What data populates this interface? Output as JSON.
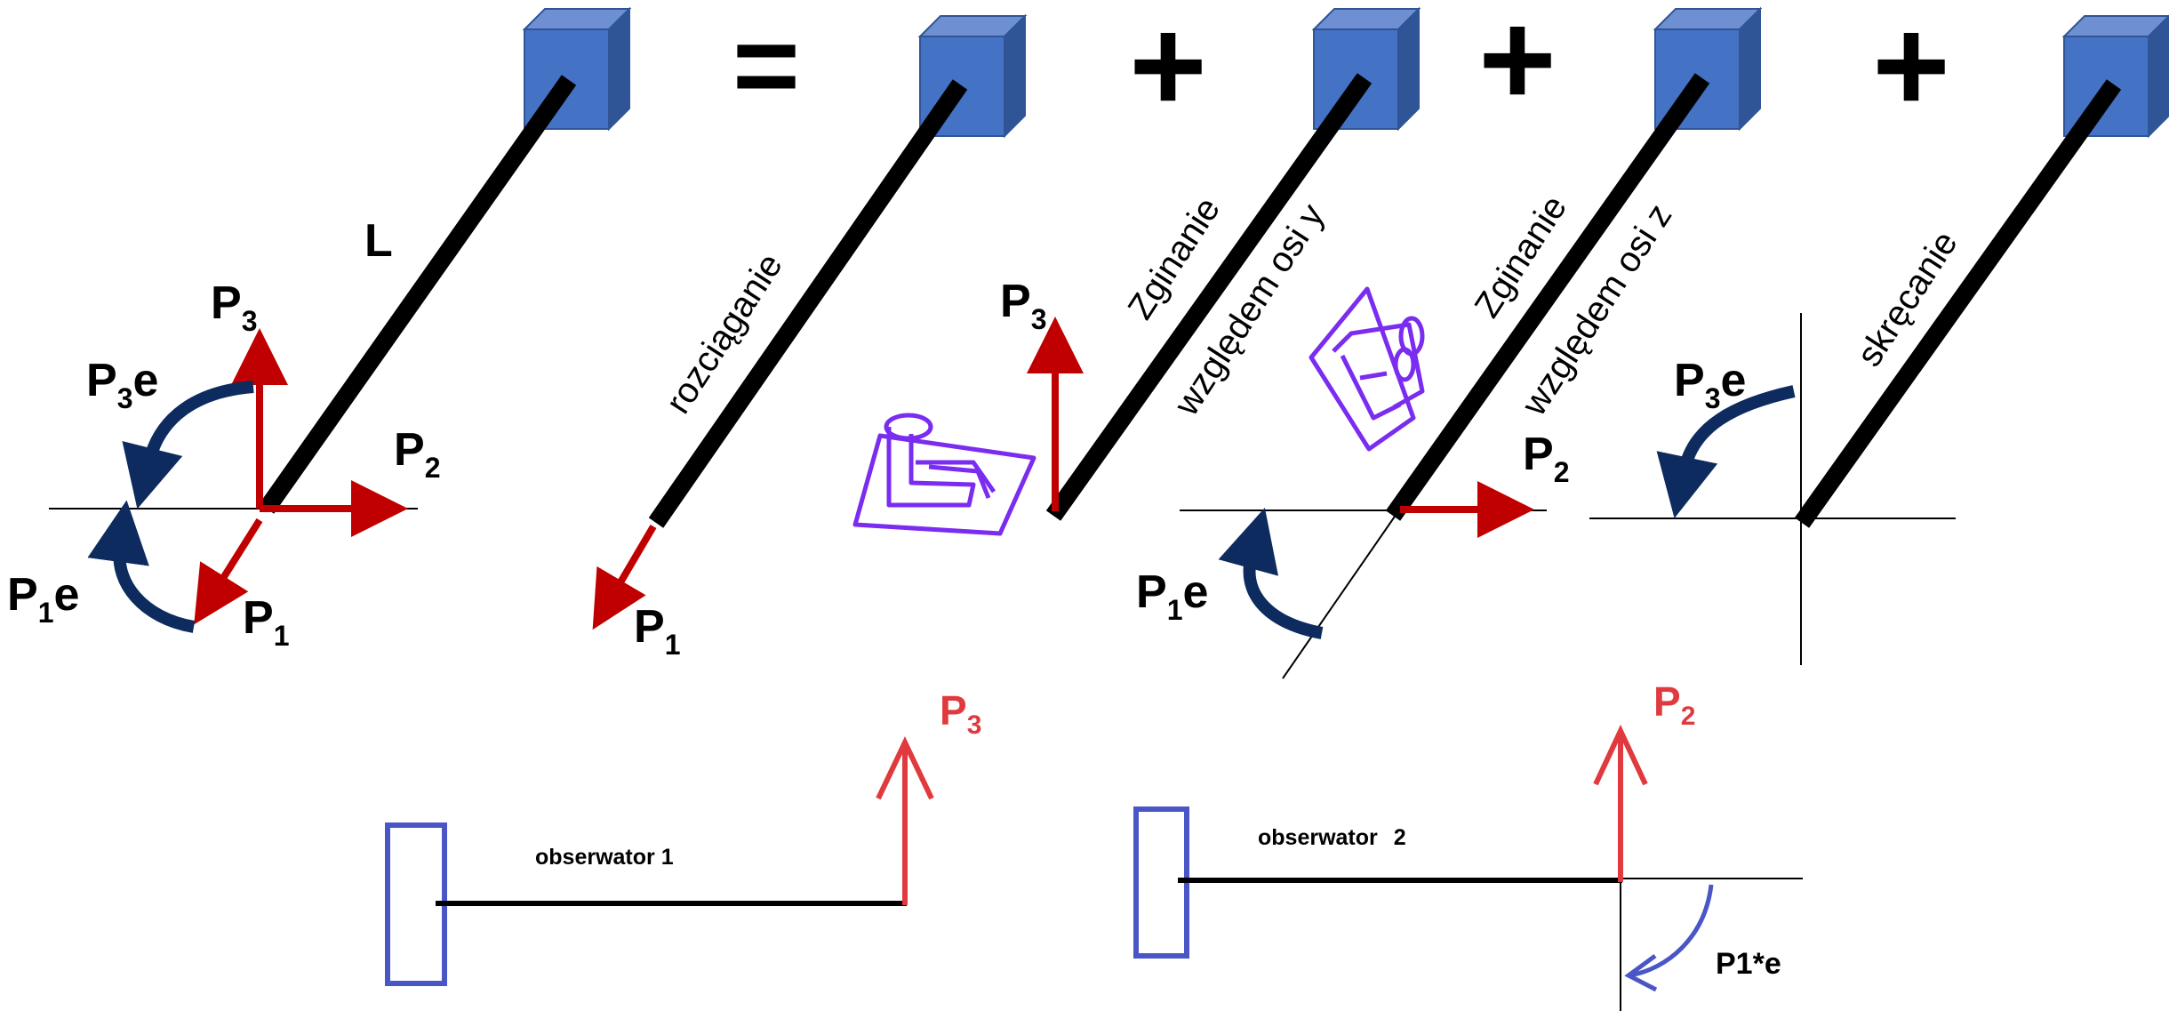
{
  "colors": {
    "beam": "#000000",
    "force_red": "#c00000",
    "moment_navy": "#0d2b5e",
    "cube_front": "#4472c4",
    "cube_top": "#6e90d3",
    "cube_side": "#2f5597",
    "sketch_purple": "#7a2cf0",
    "lower_red": "#e03a3e",
    "lower_blue": "#4a56c6"
  },
  "operators": {
    "equals": "=",
    "plus": "+"
  },
  "main": {
    "length_label": "L",
    "p1": {
      "base": "P",
      "sub": "1"
    },
    "p2": {
      "base": "P",
      "sub": "2"
    },
    "p3": {
      "base": "P",
      "sub": "3"
    },
    "p1e": {
      "base": "P",
      "sub": "1",
      "suffix": "e"
    },
    "p3e": {
      "base": "P",
      "sub": "3",
      "suffix": "e"
    }
  },
  "panel_tension": {
    "caption": "rozciąganie",
    "p1": {
      "base": "P",
      "sub": "1"
    }
  },
  "panel_bend_y": {
    "caption_line1": "Zginanie",
    "caption_line2": "względem osi y",
    "p3": {
      "base": "P",
      "sub": "3"
    }
  },
  "panel_bend_z": {
    "caption_line1": "Zginanie",
    "caption_line2": "względem osi z",
    "p2": {
      "base": "P",
      "sub": "2"
    },
    "p1e": {
      "base": "P",
      "sub": "1",
      "suffix": "e"
    }
  },
  "panel_torsion": {
    "caption": "skręcanie",
    "p3e": {
      "base": "P",
      "sub": "3",
      "suffix": "e"
    }
  },
  "observer1": {
    "label": "obserwator 1",
    "force": {
      "base": "P",
      "sub": "3"
    }
  },
  "observer2": {
    "label_word": "obserwator",
    "label_num": "2",
    "force": {
      "base": "P",
      "sub": "2"
    },
    "moment_label": "P1*e"
  }
}
